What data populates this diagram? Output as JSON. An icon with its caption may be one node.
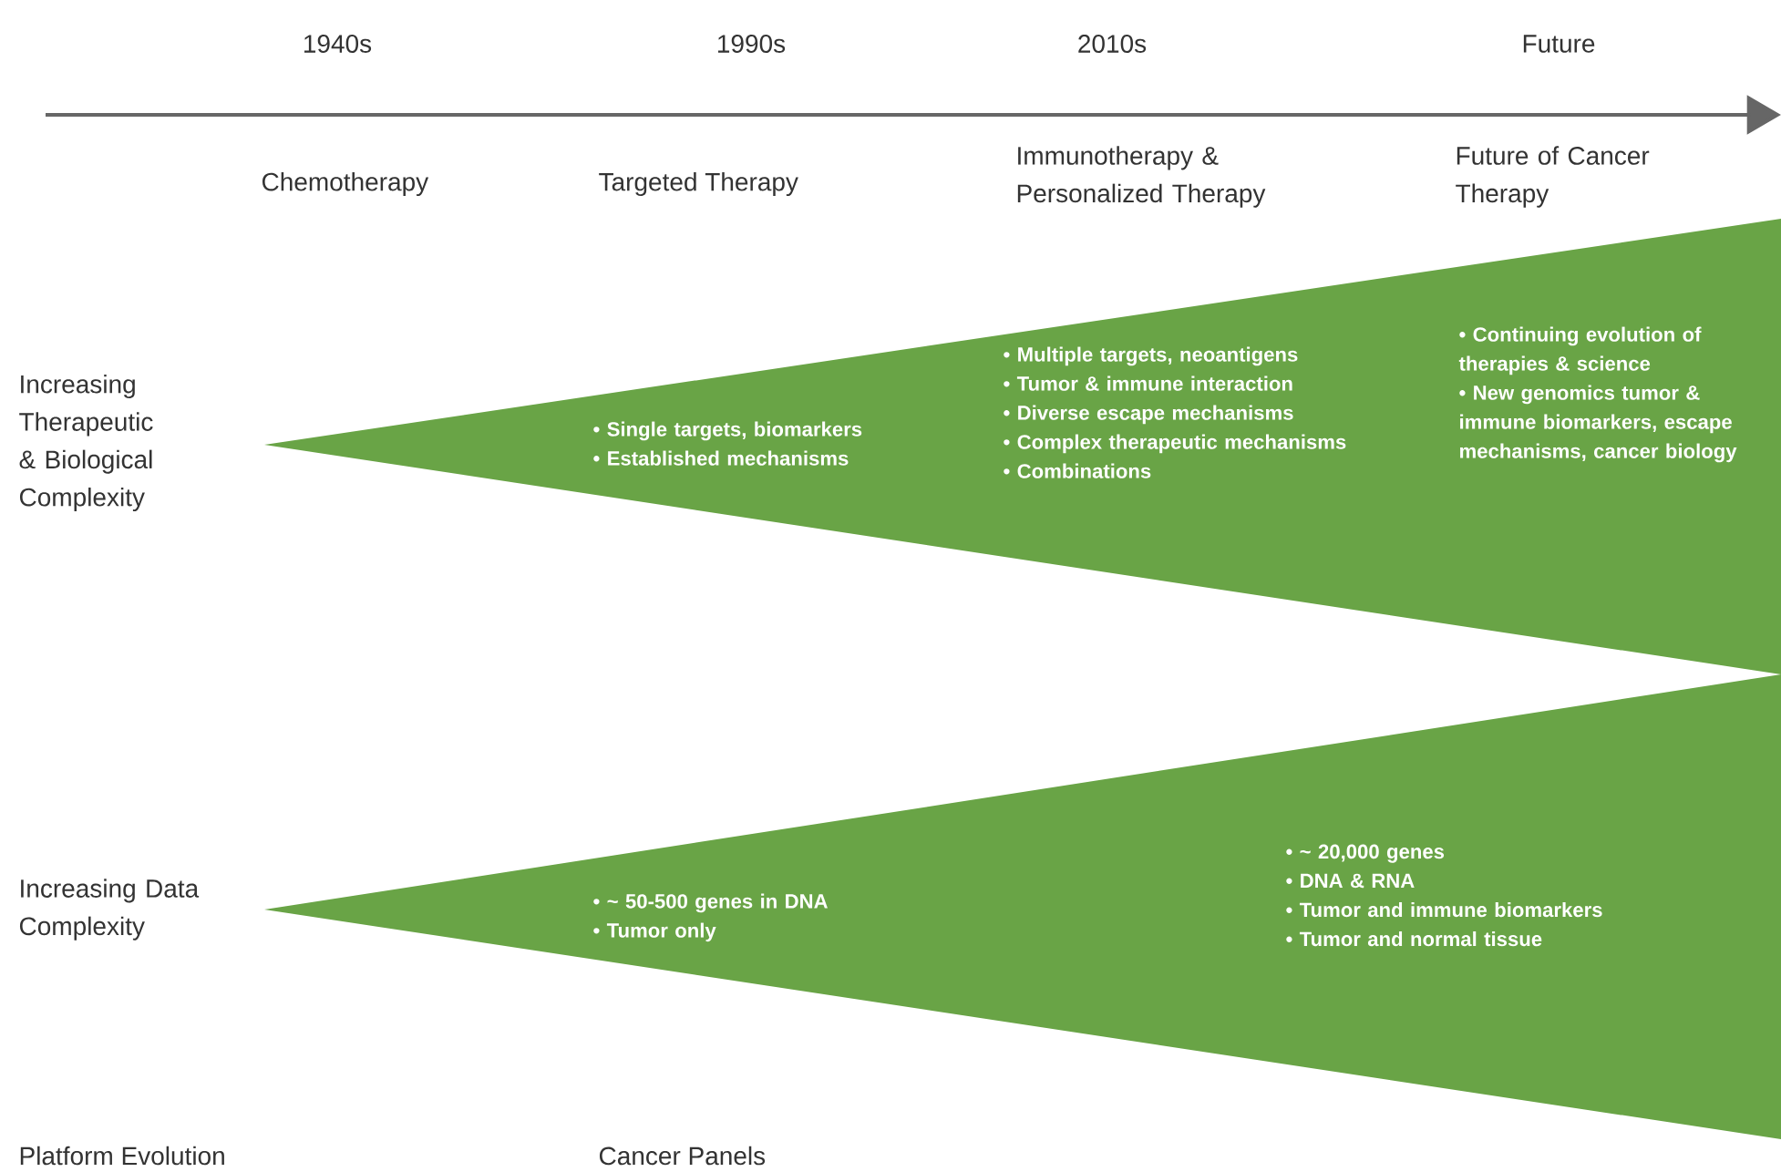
{
  "diagram": {
    "nodes": [
      {
        "text": [
          "• Single targets, biomarkers",
          "• Established mechanisms",
          "• Multiple targets, neoantigens",
          "• Tumor & immune interaction",
          "• Diverse escape mechanisms",
          "• Complex therapeutic mechanisms",
          "• Combinations",
          "• Continuing evolution of therapies & science",
          "• New genomics tumor & immune biomarkers, escape mechanisms, cancer biology"
        ]
      },
      {
        "text": [
          "• ~ 50-500 genes in DNA",
          "• Tumor only",
          "• ~ 20,000 genes",
          "• DNA & RNA",
          "• Tumor and immune biomarkers",
          "• Tumor and normal tissue"
        ]
      }
    ],
    "labels": [
      "1940s",
      "1990s",
      "2010s",
      "Future",
      "Chemotherapy",
      "Targeted Therapy",
      "Immunotherapy & Personalized Therapy",
      "Future of Cancer Therapy",
      "Increasing Therapeutic & Biological Complexity",
      "Increasing Data Complexity",
      "Platform Evolution",
      "Cancer Panels"
    ]
  }
}
